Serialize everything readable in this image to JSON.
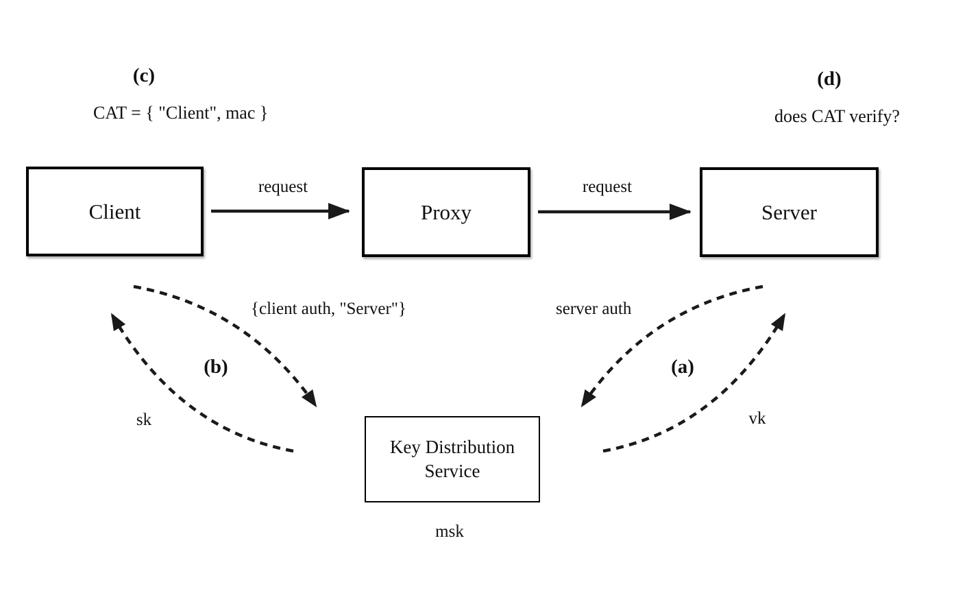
{
  "diagram": {
    "title_hint": "CAT proxy authentication diagram"
  },
  "annotations": {
    "c_label": "(c)",
    "c_text": "CAT = { \"Client\", mac }",
    "d_label": "(d)",
    "d_text": "does CAT verify?",
    "a_label": "(a)",
    "b_label": "(b)"
  },
  "nodes": {
    "client": "Client",
    "proxy": "Proxy",
    "server": "Server",
    "kds": "Key Distribution Service"
  },
  "edges": {
    "client_proxy": "request",
    "proxy_server": "request",
    "client_kds": "{client auth, \"Server\"}",
    "server_kds": "server auth"
  },
  "keys": {
    "client_key": "sk",
    "server_key": "vk",
    "kds_key": "msk"
  },
  "colors": {
    "ink": "#111111",
    "line": "#1a1a1a",
    "background": "#ffffff"
  }
}
